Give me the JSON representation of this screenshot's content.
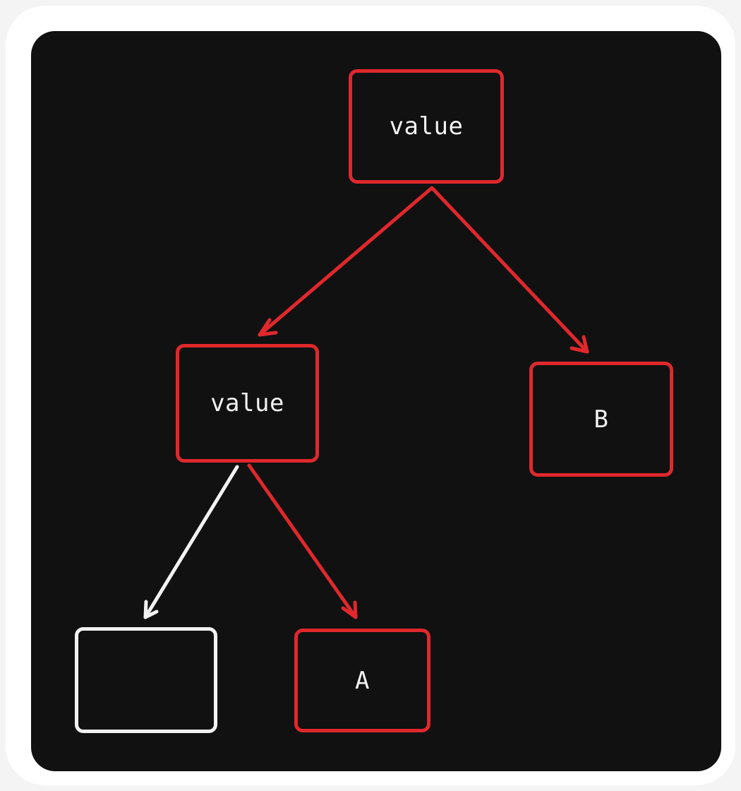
{
  "colors": {
    "background": "#111111",
    "accent": "#e0282c",
    "neutral": "#f2f2f2"
  },
  "nodes": {
    "root": {
      "label": "value",
      "color": "accent"
    },
    "left": {
      "label": "value",
      "color": "accent"
    },
    "right": {
      "label": "B",
      "color": "accent"
    },
    "left_left": {
      "label": "",
      "color": "neutral"
    },
    "left_right": {
      "label": "A",
      "color": "accent"
    }
  },
  "edges": [
    {
      "from": "root",
      "to": "left",
      "color": "accent"
    },
    {
      "from": "root",
      "to": "right",
      "color": "accent"
    },
    {
      "from": "left",
      "to": "left_left",
      "color": "neutral"
    },
    {
      "from": "left",
      "to": "left_right",
      "color": "accent"
    }
  ]
}
